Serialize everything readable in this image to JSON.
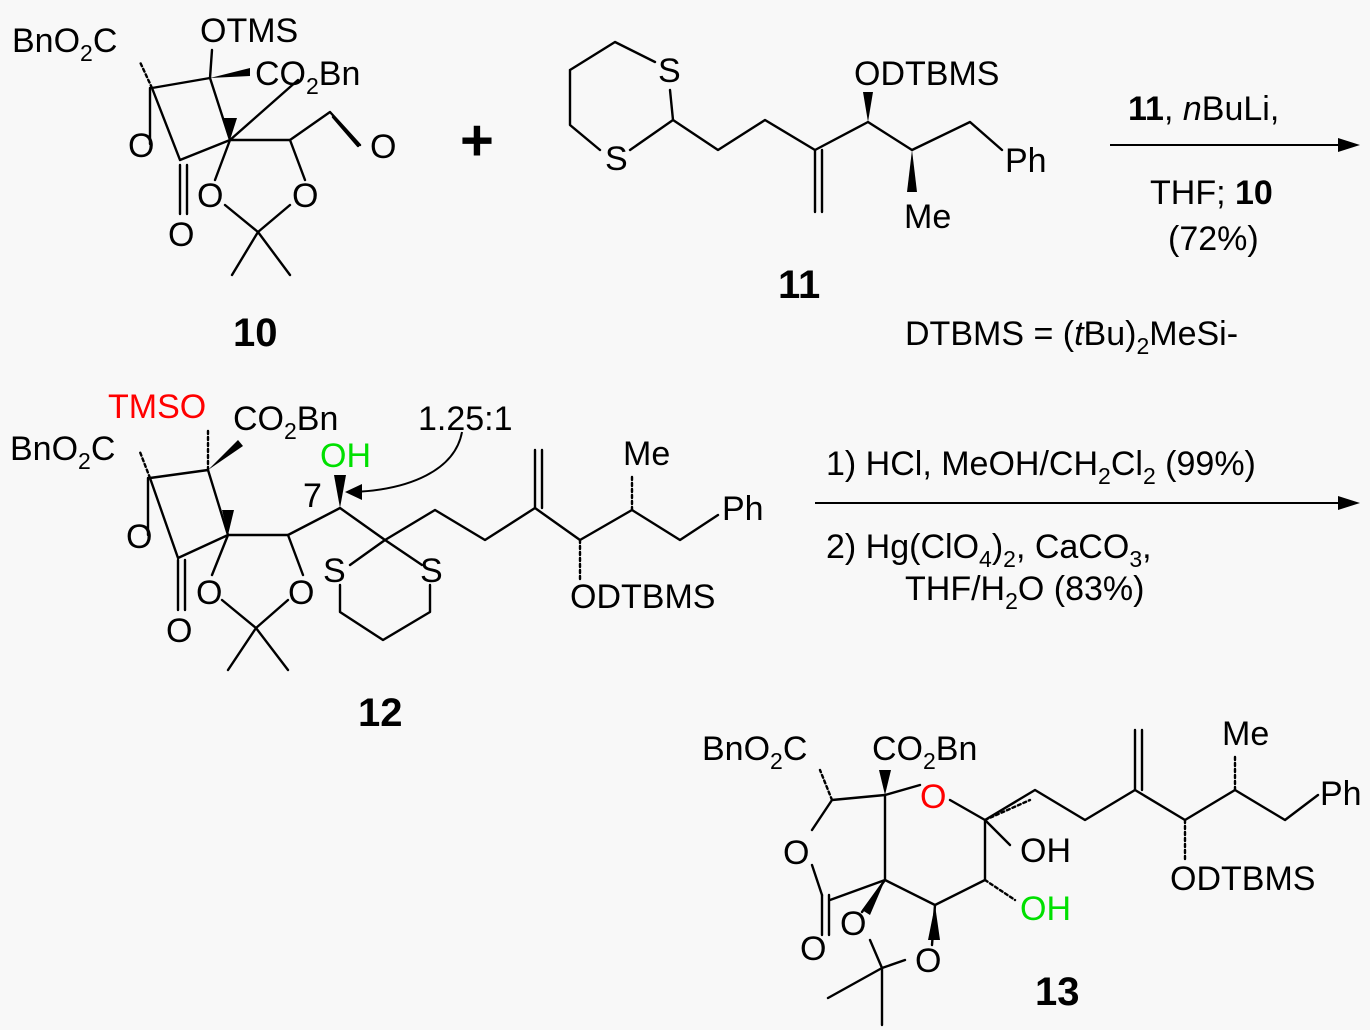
{
  "compounds": {
    "c10": {
      "label": "10"
    },
    "c11": {
      "label": "11"
    },
    "c12": {
      "label": "12"
    },
    "c13": {
      "label": "13"
    }
  },
  "atoms": {
    "bno2c": "BnO",
    "two": "2",
    "c": "C",
    "co2bn_co": "CO",
    "co2bn_bn": "Bn",
    "otms": "OTMS",
    "tmso": "TMSO",
    "odtbms": "ODTBMS",
    "o": "O",
    "s": "S",
    "oh": "OH",
    "ph": "Ph",
    "me": "Me",
    "seven": "7"
  },
  "plus": "+",
  "step1": {
    "reagent_11": "11",
    "reagent_rest": ", ",
    "nbuli_n": "n",
    "nbuli_rest": "BuLi,",
    "line2_a": "THF; ",
    "line2_b": "10",
    "yield": "(72%)"
  },
  "dtbms_def": {
    "a": "DTBMS = (",
    "t": "t",
    "b": "Bu)",
    "two": "2",
    "c": "MeSi-"
  },
  "selectivity": "1.25:1",
  "step2": {
    "line1_a": "1) HCl, MeOH/CH",
    "line1_2a": "2",
    "line1_b": "Cl",
    "line1_2b": "2",
    "line1_c": " (99%)",
    "line2_a": "2) Hg(ClO",
    "line2_4": "4",
    "line2_b": ")",
    "line2_2": "2",
    "line2_c": ", CaCO",
    "line2_3": "3",
    "line2_d": ",",
    "line3_a": "THF/H",
    "line3_2": "2",
    "line3_b": "O (83%)"
  }
}
